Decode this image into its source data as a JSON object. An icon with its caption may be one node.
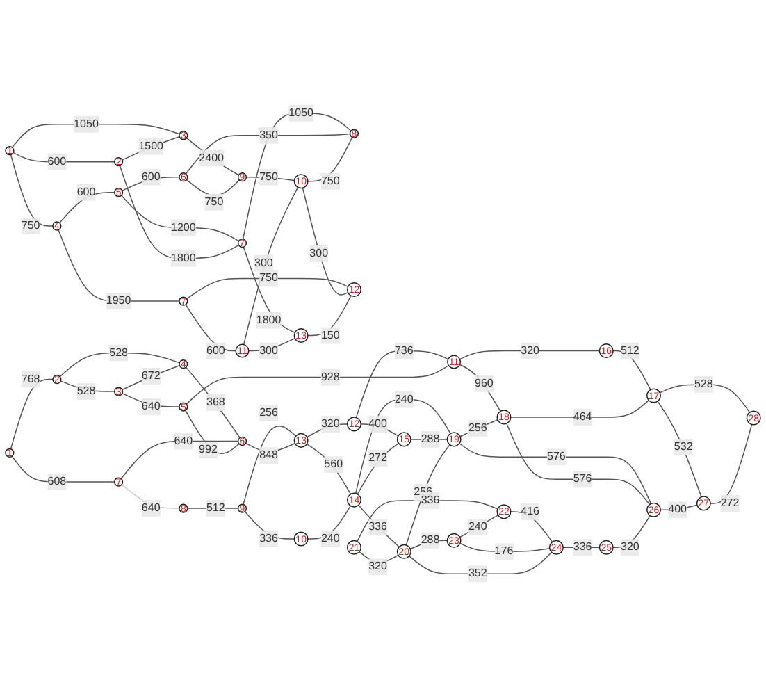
{
  "diagram": {
    "nodes": [
      {
        "text": [
          "1"
        ]
      },
      {
        "text": [
          "2"
        ]
      },
      {
        "text": [
          "3"
        ]
      },
      {
        "text": [
          "4"
        ]
      },
      {
        "text": [
          "5"
        ]
      },
      {
        "text": [
          "6"
        ]
      },
      {
        "text": [
          "7"
        ]
      },
      {
        "text": [
          "7"
        ]
      },
      {
        "text": [
          "8"
        ]
      },
      {
        "text": [
          "9"
        ]
      },
      {
        "text": [
          "10"
        ]
      },
      {
        "text": [
          "11"
        ]
      },
      {
        "text": [
          "12"
        ]
      },
      {
        "text": [
          "13"
        ]
      },
      {
        "text": [
          "1"
        ]
      },
      {
        "text": [
          "2"
        ]
      },
      {
        "text": [
          "3"
        ]
      },
      {
        "text": [
          "4"
        ]
      },
      {
        "text": [
          "5"
        ]
      },
      {
        "text": [
          "6"
        ]
      },
      {
        "text": [
          "7"
        ]
      },
      {
        "text": [
          "8"
        ]
      },
      {
        "text": [
          "9"
        ]
      },
      {
        "text": [
          "10"
        ]
      },
      {
        "text": [
          "11"
        ]
      },
      {
        "text": [
          "12"
        ]
      },
      {
        "text": [
          "13"
        ]
      },
      {
        "text": [
          "14"
        ]
      },
      {
        "text": [
          "15"
        ]
      },
      {
        "text": [
          "16"
        ]
      },
      {
        "text": [
          "17"
        ]
      },
      {
        "text": [
          "18"
        ]
      },
      {
        "text": [
          "19"
        ]
      },
      {
        "text": [
          "20"
        ]
      },
      {
        "text": [
          "21"
        ]
      },
      {
        "text": [
          "22"
        ]
      },
      {
        "text": [
          "23"
        ]
      },
      {
        "text": [
          "24"
        ]
      },
      {
        "text": [
          "25"
        ]
      },
      {
        "text": [
          "26"
        ]
      },
      {
        "text": [
          "27"
        ]
      },
      {
        "text": [
          "28"
        ]
      }
    ],
    "edges": [
      {
        "from": 0,
        "to": 2,
        "arrow": "none",
        "label": "1050"
      },
      {
        "from": 0,
        "to": 3,
        "arrow": "none",
        "label": "750"
      },
      {
        "from": 0,
        "to": 1,
        "arrow": "none",
        "label": "600"
      },
      {
        "from": 1,
        "to": 2,
        "arrow": "none",
        "label": "1500"
      },
      {
        "from": 2,
        "to": 9,
        "arrow": "none",
        "label": "2400"
      },
      {
        "from": 3,
        "to": 6,
        "arrow": "none",
        "label": "1950"
      },
      {
        "from": 3,
        "to": 4,
        "arrow": "none",
        "label": "600"
      },
      {
        "from": 4,
        "to": 5,
        "arrow": "none",
        "label": "600"
      },
      {
        "from": 4,
        "to": 7,
        "arrow": "none",
        "label": "1200"
      },
      {
        "from": 1,
        "to": 7,
        "arrow": "none",
        "label": "1800"
      },
      {
        "from": 7,
        "to": 13,
        "arrow": "none",
        "label": "1800"
      },
      {
        "from": 7,
        "to": 8,
        "arrow": "none",
        "label": "1050"
      },
      {
        "from": 5,
        "to": 9,
        "arrow": "none",
        "label": "750"
      },
      {
        "from": 5,
        "to": 8,
        "arrow": "none",
        "label": "350"
      },
      {
        "from": 9,
        "to": 10,
        "arrow": "none",
        "label": "750"
      },
      {
        "from": 10,
        "to": 8,
        "arrow": "none",
        "label": "750"
      },
      {
        "from": 6,
        "to": 11,
        "arrow": "none",
        "label": "600"
      },
      {
        "from": 6,
        "to": 12,
        "arrow": "none",
        "label": "750"
      },
      {
        "from": 11,
        "to": 10,
        "arrow": "none",
        "label": "300"
      },
      {
        "from": 10,
        "to": 12,
        "arrow": "none",
        "label": "300"
      },
      {
        "from": 11,
        "to": 13,
        "arrow": "none",
        "label": "300"
      },
      {
        "from": 13,
        "to": 12,
        "arrow": "none",
        "label": "150"
      },
      {
        "from": 14,
        "to": 20,
        "arrow": "none",
        "label": "608"
      },
      {
        "from": 14,
        "to": 15,
        "arrow": "none",
        "label": "768"
      },
      {
        "from": 15,
        "to": 17,
        "arrow": "none",
        "label": "528"
      },
      {
        "from": 15,
        "to": 16,
        "arrow": "none",
        "label": "528"
      },
      {
        "from": 16,
        "to": 17,
        "arrow": "none",
        "label": "672"
      },
      {
        "from": 17,
        "to": 19,
        "arrow": "none",
        "label": "368"
      },
      {
        "from": 20,
        "to": 21,
        "arrow": "none",
        "label": "640",
        "color": "#c8c8c8"
      },
      {
        "from": 20,
        "to": 19,
        "arrow": "none",
        "label": "640"
      },
      {
        "from": 16,
        "to": 18,
        "arrow": "none",
        "label": "640"
      },
      {
        "from": 18,
        "to": 19,
        "arrow": "none",
        "label": "992"
      },
      {
        "from": 21,
        "to": 22,
        "arrow": "none",
        "label": "512"
      },
      {
        "from": 22,
        "to": 26,
        "arrow": "none",
        "label": "256"
      },
      {
        "from": 22,
        "to": 23,
        "arrow": "none",
        "label": "336"
      },
      {
        "from": 19,
        "to": 26,
        "arrow": "none",
        "label": "848"
      },
      {
        "from": 26,
        "to": 27,
        "arrow": "none",
        "label": "560"
      },
      {
        "from": 26,
        "to": 25,
        "arrow": "none",
        "label": "320"
      },
      {
        "from": 25,
        "to": 28,
        "arrow": "none",
        "label": "400"
      },
      {
        "from": 25,
        "to": 24,
        "arrow": "none",
        "label": "736"
      },
      {
        "from": 18,
        "to": 24,
        "arrow": "none",
        "label": "928"
      },
      {
        "from": 24,
        "to": 31,
        "arrow": "none",
        "label": "960"
      },
      {
        "from": 24,
        "to": 29,
        "arrow": "none",
        "label": "320"
      },
      {
        "from": 29,
        "to": 30,
        "arrow": "none",
        "label": "512"
      },
      {
        "from": 23,
        "to": 27,
        "arrow": "none",
        "label": "240"
      },
      {
        "from": 27,
        "to": 28,
        "arrow": "none",
        "label": "272"
      },
      {
        "from": 27,
        "to": 33,
        "arrow": "none",
        "label": "336"
      },
      {
        "from": 27,
        "to": 32,
        "arrow": "none",
        "label": "240"
      },
      {
        "from": 28,
        "to": 32,
        "arrow": "none",
        "label": "288"
      },
      {
        "from": 33,
        "to": 32,
        "arrow": "none",
        "label": "256"
      },
      {
        "from": 32,
        "to": 31,
        "arrow": "none",
        "label": "256"
      },
      {
        "from": 32,
        "to": 39,
        "arrow": "none",
        "label": "576"
      },
      {
        "from": 31,
        "to": 39,
        "arrow": "none",
        "label": "576"
      },
      {
        "from": 31,
        "to": 30,
        "arrow": "none",
        "label": "464"
      },
      {
        "from": 30,
        "to": 40,
        "arrow": "none",
        "label": "532"
      },
      {
        "from": 30,
        "to": 41,
        "arrow": "none",
        "label": "528"
      },
      {
        "from": 40,
        "to": 41,
        "arrow": "none",
        "label": "272"
      },
      {
        "from": 39,
        "to": 40,
        "arrow": "none",
        "label": "400"
      },
      {
        "from": 38,
        "to": 39,
        "arrow": "none",
        "label": "320"
      },
      {
        "from": 37,
        "to": 38,
        "arrow": "none",
        "label": "336"
      },
      {
        "from": 35,
        "to": 37,
        "arrow": "none",
        "label": "416"
      },
      {
        "from": 34,
        "to": 35,
        "arrow": "none",
        "label": "336"
      },
      {
        "from": 34,
        "to": 33,
        "arrow": "none",
        "label": "320"
      },
      {
        "from": 33,
        "to": 36,
        "arrow": "none",
        "label": "288"
      },
      {
        "from": 36,
        "to": 35,
        "arrow": "none",
        "label": "240"
      },
      {
        "from": 36,
        "to": 37,
        "arrow": "none",
        "label": "176"
      },
      {
        "from": 33,
        "to": 37,
        "arrow": "none",
        "label": "352"
      }
    ]
  }
}
